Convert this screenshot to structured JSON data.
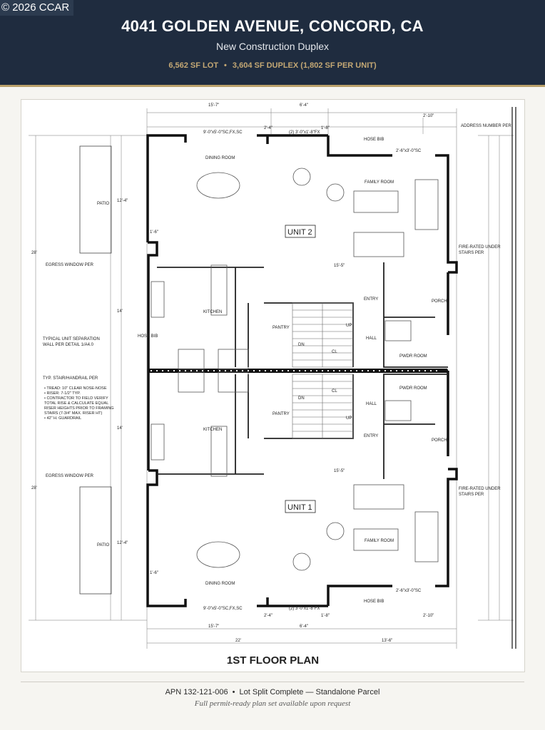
{
  "watermark": "© 2026 CCAR",
  "header": {
    "title": "4041 GOLDEN AVENUE, CONCORD, CA",
    "subtitle": "New Construction Duplex",
    "lot": "6,562 SF LOT",
    "separator": "•",
    "duplex": "3,604 SF DUPLEX (1,802 SF PER UNIT)"
  },
  "plan": {
    "title": "1ST FLOOR PLAN",
    "unit2_label": "UNIT 2",
    "unit1_label": "UNIT 1",
    "rooms": {
      "dining": "DINING ROOM",
      "family": "FAMILY ROOM",
      "kitchen": "KITCHEN",
      "pantry": "PANTRY",
      "entry": "ENTRY",
      "hall": "HALL",
      "porch": "PORCH",
      "pwdr": "PWDR ROOM",
      "patio": "PATIO",
      "cl": "CL"
    },
    "notes": {
      "address": "ADDRESS NUMBER PER",
      "hose_bib": "HOSE BIB",
      "egress": "EGRESS WINDOW PER",
      "fire_rated_1": "FIRE-RATED UNDER",
      "fire_rated_2": "STAIRS PER",
      "separation_1": "TYPICAL UNIT SEPARATION",
      "separation_2": "WALL PER DETAIL 1/A4.0",
      "stair": "TYP. STAIR/HANDRAIL PER",
      "stair_notes": [
        "• TREAD: 10\" CLEAR NOSE-NOSE",
        "• RISER: 7-1/2\" TYP.",
        "• CONTRACTOR TO FIELD VERIFY",
        "  TOTAL RISE & CALCULATE EQUAL",
        "  RISER HEIGHTS PRIOR TO FRAMING",
        "  STAIRS (7-3/4\" MAX. RISER HT)",
        "• 42\" H. GUARDRAIL"
      ]
    },
    "dims": {
      "top_a": "15'-7\"",
      "top_b": "6'-4\"",
      "top_c": "2'-10\"",
      "door_a": "9'-0\"x5'-0\"SC,FX,SC",
      "door_b": "(2) 3'-0\"x1'-8\"FX",
      "door_c": "2'-6\"x3'-0\"SC",
      "d_2_4": "2'-4\"",
      "d_1_8": "1'-8\"",
      "d_1_6": "1'-6\"",
      "left_28": "28'",
      "left_14": "14'",
      "left_12_4": "12'-4\"",
      "mid_15_5": "15'-5\"",
      "bottom_22": "22'",
      "bottom_13_6": "13'-6\"",
      "up": "UP",
      "dn": "DN"
    }
  },
  "footer": {
    "apn": "APN 132-121-006",
    "separator": "•",
    "lot_split": "Lot Split Complete — Standalone Parcel",
    "note": "Full permit-ready plan set available upon request"
  },
  "colors": {
    "header_bg": "#1f2c3f",
    "accent_gold": "#c4a874",
    "page_bg": "#f6f5f1"
  }
}
